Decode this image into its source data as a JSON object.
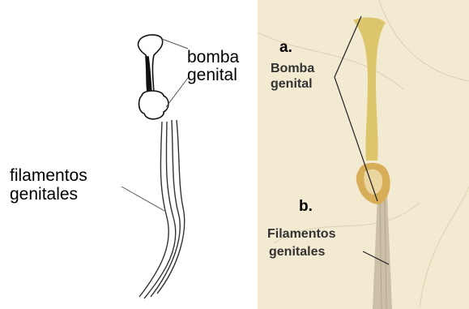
{
  "left_panel": {
    "label_bomba_line1": "bomba",
    "label_bomba_line2": "genital",
    "label_filamentos_line1": "filamentos",
    "label_filamentos_line2": "genitales"
  },
  "right_panel": {
    "marker_a": "a.",
    "label_bomba_line1": "Bomba",
    "label_bomba_line2": "genital",
    "marker_b": "b.",
    "label_filamentos_line1": "Filamentos",
    "label_filamentos_line2": "genitales"
  },
  "colors": {
    "ink": "#000000",
    "photo_background": "#f3ead2",
    "organ_yellow": "#dcc56a",
    "pump_base": "#d8ad58",
    "filament": "#cbbfa8"
  }
}
